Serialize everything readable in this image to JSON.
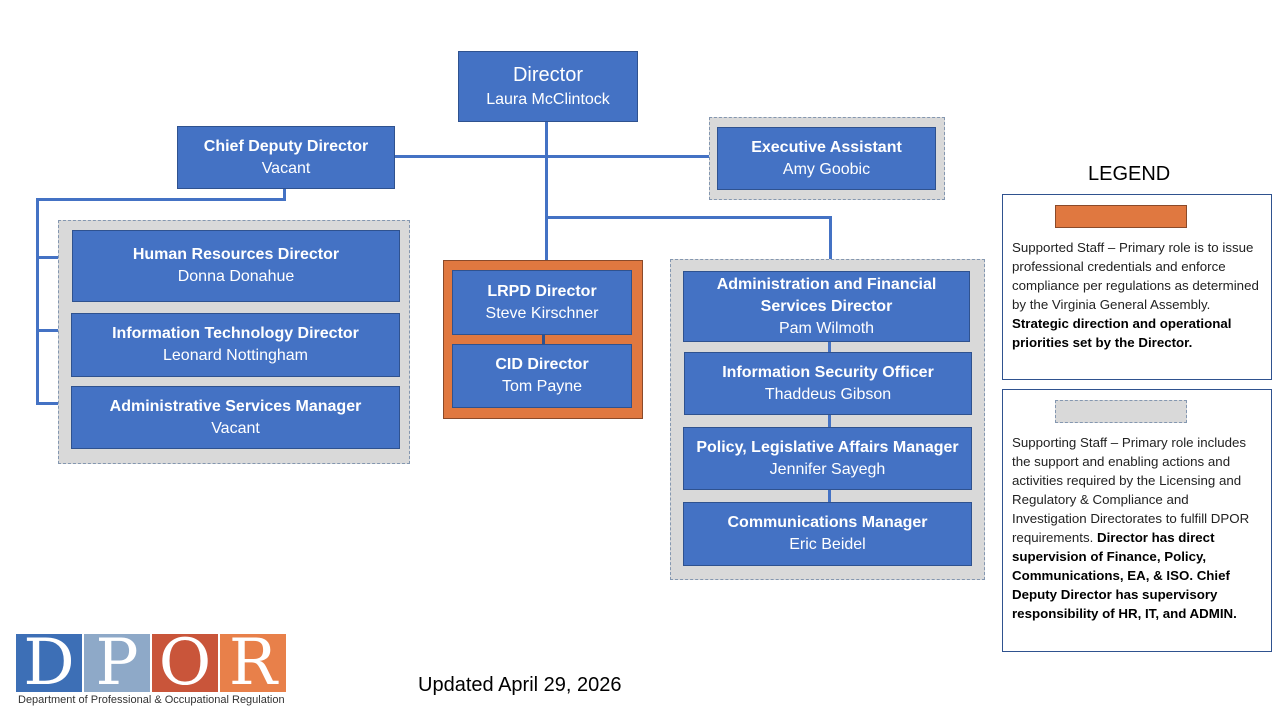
{
  "director": {
    "title": "Director",
    "name": "Laura McClintock"
  },
  "chief_deputy": {
    "title": "Chief Deputy Director",
    "name": "Vacant"
  },
  "executive_assistant": {
    "title": "Executive Assistant",
    "name": "Amy Goobic"
  },
  "left_group": [
    {
      "title": "Human Resources Director",
      "name": "Donna Donahue"
    },
    {
      "title": "Information Technology Director",
      "name": "Leonard Nottingham"
    },
    {
      "title": "Administrative Services Manager",
      "name": "Vacant"
    }
  ],
  "center_group": [
    {
      "title": "LRPD Director",
      "name": "Steve Kirschner"
    },
    {
      "title": "CID Director",
      "name": "Tom Payne"
    }
  ],
  "right_group": [
    {
      "title": "Administration and Financial Services Director",
      "name": "Pam Wilmoth"
    },
    {
      "title": "Information Security Officer",
      "name": "Thaddeus Gibson"
    },
    {
      "title": "Policy, Legislative Affairs Manager",
      "name": "Jennifer Sayegh"
    },
    {
      "title": "Communications Manager",
      "name": "Eric Beidel"
    }
  ],
  "legend": {
    "title": "LEGEND",
    "supported": {
      "color": "#e07840",
      "text": "Supported Staff – Primary role is to issue professional credentials and enforce compliance per regulations as determined by the Virginia General Assembly.",
      "bold": "Strategic direction and operational priorities set by the Director."
    },
    "supporting": {
      "color": "#d9d9d9",
      "text": "Supporting Staff – Primary role includes the support and enabling actions and activities required by the Licensing and Regulatory & Compliance and Investigation Directorates to fulfill DPOR requirements.",
      "bold": "Director has direct supervision of Finance, Policy, Communications, EA, & ISO. Chief Deputy Director has supervisory responsibility of HR, IT, and ADMIN."
    }
  },
  "logo": {
    "letters": [
      "D",
      "P",
      "O",
      "R"
    ],
    "colors": [
      "#3d6fb6",
      "#8ea9c8",
      "#c9553a",
      "#e8804a"
    ],
    "subtitle": "Department of Professional & Occupational Regulation"
  },
  "updated": "Updated April 29, 2026"
}
